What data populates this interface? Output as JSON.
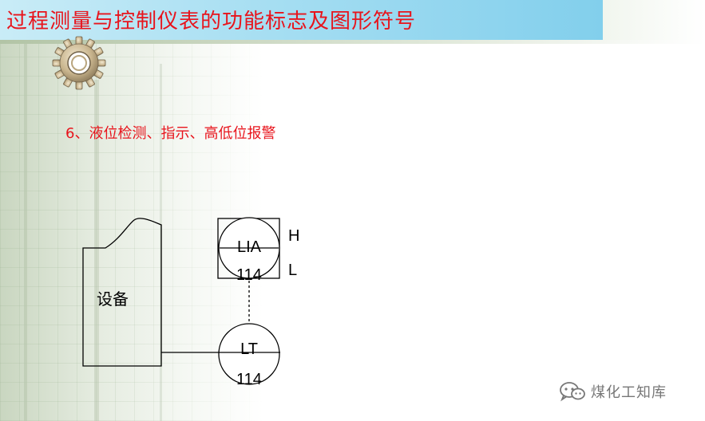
{
  "slide": {
    "title": "过程测量与控制仪表的功能标志及图形符号",
    "subtitle": "6、液位检测、指示、高低位报警"
  },
  "diagram": {
    "equipment_label": "设备",
    "instrument_top": {
      "function": "LIA",
      "tag": "114"
    },
    "instrument_bottom": {
      "function": "LT",
      "tag": "114"
    },
    "alarm_high": "H",
    "alarm_low": "L"
  },
  "watermark": {
    "text": "煤化工知库",
    "icon": "wechat-logo-icon"
  },
  "colors": {
    "title": "#e8141c",
    "header": "#a6def2",
    "line": "#000000"
  }
}
